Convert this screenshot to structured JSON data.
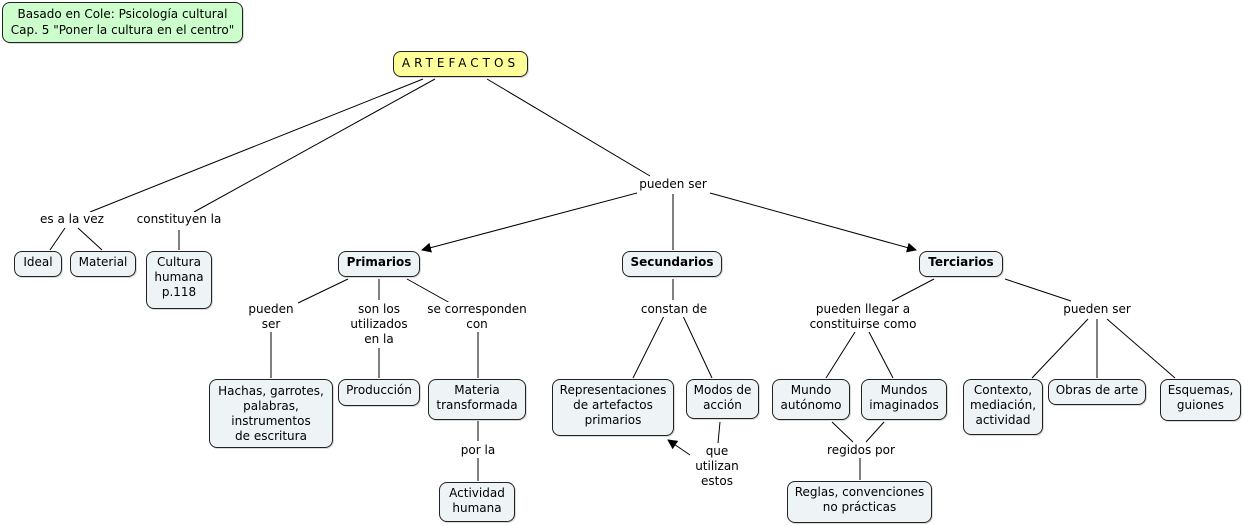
{
  "note": "Basado en Cole: Psicología cultural\nCap. 5 \"Poner la cultura en el centro\"",
  "root": "ARTEFACTOS",
  "colors": {
    "root": "#ffff99",
    "note": "#ccffcc",
    "node": "#eef3f6",
    "line": "#000000"
  },
  "concepts": {
    "ideal": "Ideal",
    "material": "Material",
    "cultura": "Cultura\nhumana\np.118",
    "primarios": "Primarios",
    "secundarios": "Secundarios",
    "terciarios": "Terciarios",
    "hachas": "Hachas, garrotes,\npalabras,\ninstrumentos\nde escritura",
    "produccion": "Producción",
    "materia": "Materia\ntransformada",
    "actividad": "Actividad\nhumana",
    "representaciones": "Representaciones\nde artefactos\nprimarios",
    "modos": "Modos de\nacción",
    "mundo_autonomo": "Mundo\nautónomo",
    "mundos_imaginados": "Mundos\nimaginados",
    "reglas": "Reglas, convenciones\nno prácticas",
    "contexto": "Contexto,\nmediación,\nactividad",
    "obras": "Obras de arte",
    "esquemas": "Esquemas,\nguiones"
  },
  "linking": {
    "es_a_la_vez": "es a la vez",
    "constituyen_la": "constituyen la",
    "pueden_ser_main": "pueden ser",
    "pueden_ser_prim": "pueden\nser",
    "son_los_utilizados": "son los\nutilizados\nen la",
    "se_corresponden": "se corresponden\ncon",
    "por_la": "por la",
    "constan_de": "constan de",
    "que_utilizan": "que\nutilizan\nestos",
    "pueden_llegar": "pueden llegar a\nconstituirse como",
    "regidos_por": "regidos por",
    "pueden_ser_terc": "pueden ser"
  }
}
